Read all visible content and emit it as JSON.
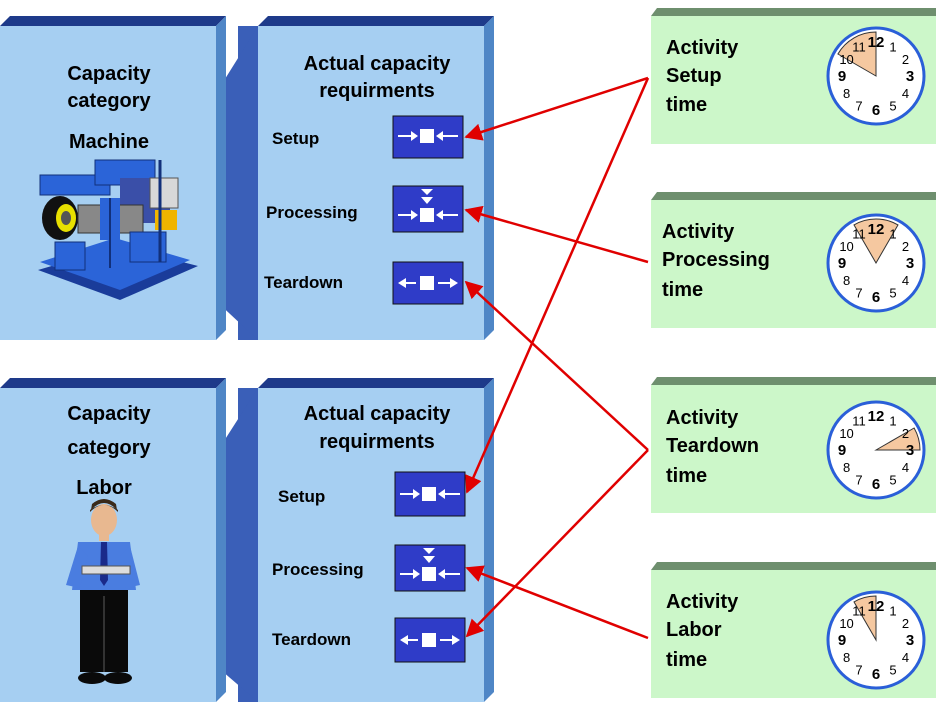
{
  "colors": {
    "box_front": "#a6cff2",
    "box_side": "#4f86c6",
    "box_top": "#1e3a8a",
    "connector": "#3a5fb8",
    "button_fill": "#2f3cc8",
    "activity_fill": "#ccf7c9",
    "activity_top": "#6e8f6e",
    "arrow": "#e00000",
    "clock_ring": "#2a5fd8",
    "clock_sector": "#f5c8a0"
  },
  "capacities": [
    {
      "title_line1": "Capacity",
      "title_line2": "category",
      "name": "Machine",
      "picture": "machine-illustration",
      "req_title_line1": "Actual capacity",
      "req_title_line2": "requirments",
      "rows": [
        {
          "label": "Setup",
          "icon": "setup-icon"
        },
        {
          "label": "Processing",
          "icon": "processing-icon"
        },
        {
          "label": "Teardown",
          "icon": "teardown-icon"
        }
      ]
    },
    {
      "title_line1": "Capacity",
      "title_line2": "category",
      "name": "Labor",
      "picture": "worker-illustration",
      "req_title_line1": "Actual capacity",
      "req_title_line2": "requirments",
      "rows": [
        {
          "label": "Setup",
          "icon": "setup-icon"
        },
        {
          "label": "Processing",
          "icon": "processing-icon"
        },
        {
          "label": "Teardown",
          "icon": "teardown-icon"
        }
      ]
    }
  ],
  "activities": [
    {
      "line1": "Activity",
      "line2": "Setup",
      "line3": "time",
      "sector_hours": [
        10,
        12
      ]
    },
    {
      "line1": "Activity",
      "line2": "Processing",
      "line3": "time",
      "sector_hours": [
        11,
        13
      ]
    },
    {
      "line1": "Activity",
      "line2": "Teardown",
      "line3": "time",
      "sector_hours": [
        14,
        15
      ]
    },
    {
      "line1": "Activity",
      "line2": "Labor",
      "line3": "time",
      "sector_hours": [
        11,
        12
      ]
    }
  ],
  "clock_numbers": [
    "12",
    "1",
    "2",
    "3",
    "4",
    "5",
    "6",
    "7",
    "8",
    "9",
    "10",
    "11"
  ]
}
